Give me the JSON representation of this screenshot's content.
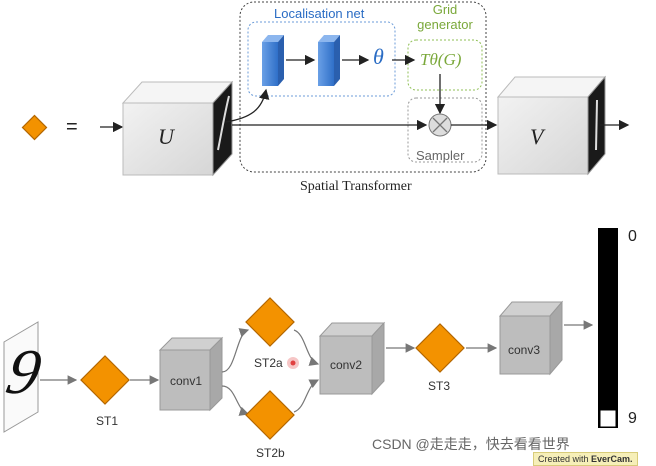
{
  "top": {
    "equals": "=",
    "input_label": "U",
    "output_label": "V",
    "localisation_label": "Localisation net",
    "theta_label": "θ",
    "grid_label_line1": "Grid",
    "grid_label_line2": "generator",
    "grid_fn_label": "Tθ(G)",
    "sampler_label": "Sampler",
    "caption": "Spatial Transformer"
  },
  "bottom": {
    "digit": "9",
    "st1": "ST1",
    "st2a": "ST2a",
    "st2b": "ST2b",
    "st3": "ST3",
    "conv1": "conv1",
    "conv2": "conv2",
    "conv3": "conv3",
    "scale_top": "0",
    "scale_bottom": "9"
  },
  "watermark": "CSDN @走走走，快去看看世界",
  "evercam_prefix": "Created with ",
  "evercam_brand": "EverCam.",
  "colors": {
    "diamond": "#f39200",
    "diamond_stroke": "#b36600",
    "blue_layer": "#4a86d6",
    "cube_face": "#e6e6e6",
    "gray_cube": "#bdbdbd",
    "accent_green": "#7aa83a",
    "accent_blue": "#2a6cc4"
  }
}
